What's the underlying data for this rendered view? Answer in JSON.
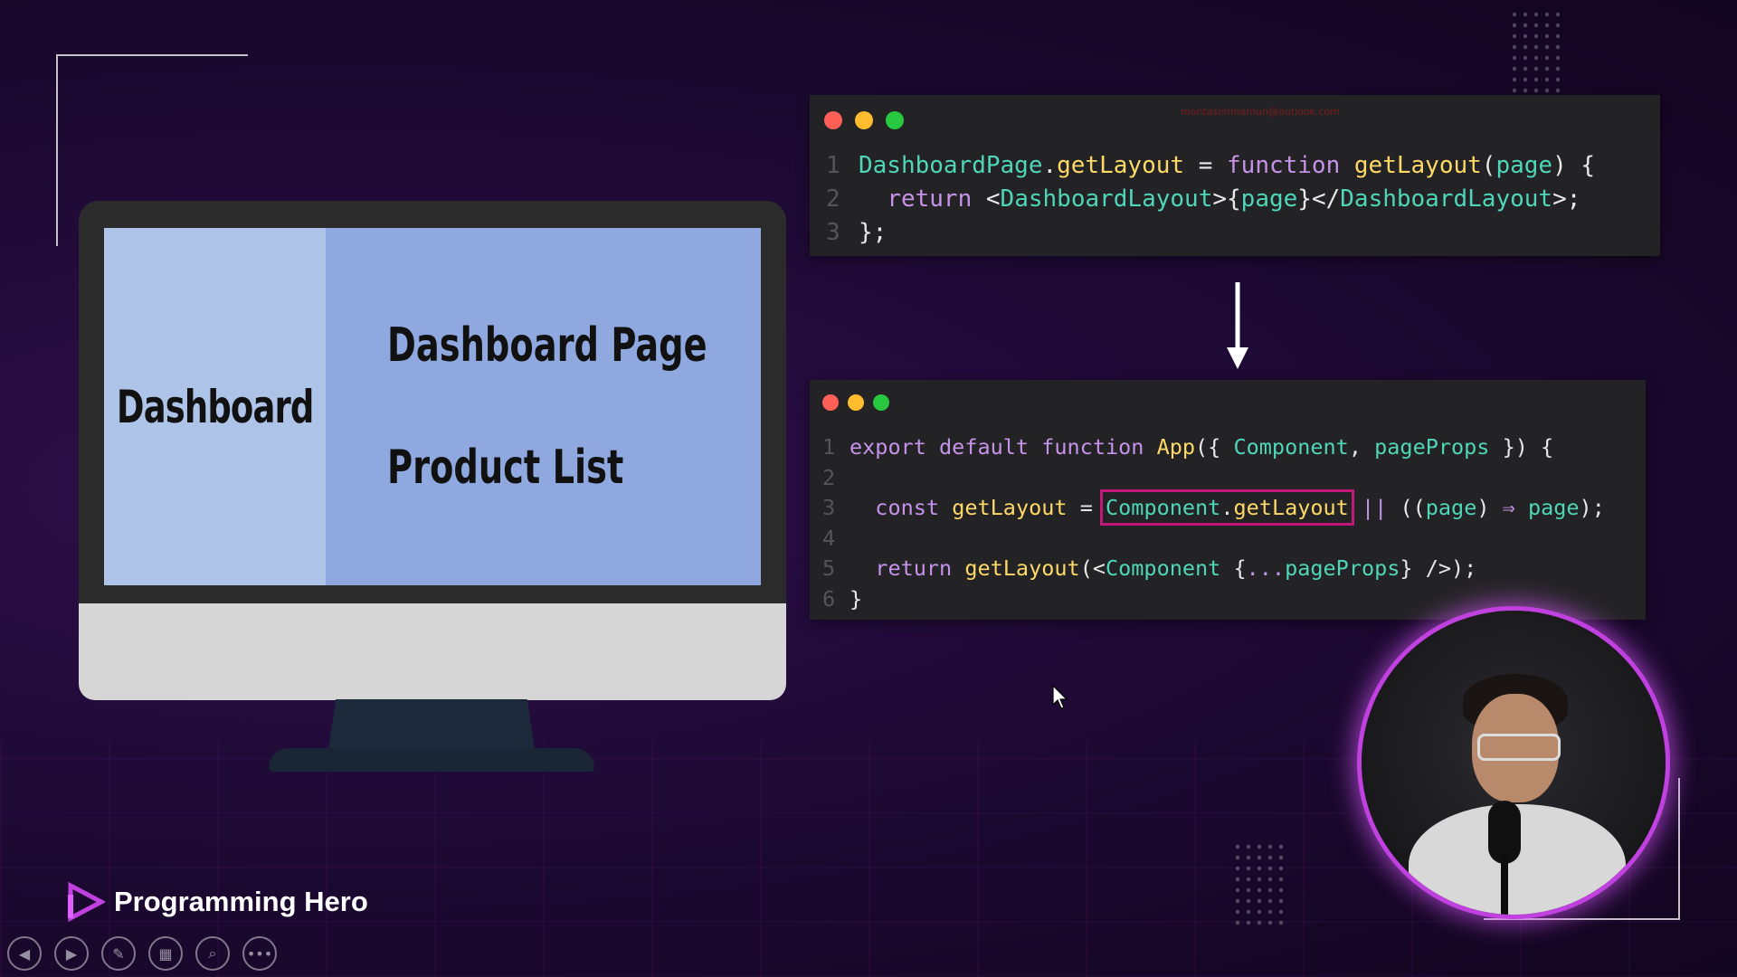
{
  "slide": {
    "monitor": {
      "sidebar_label": "Dashboard",
      "main_title": "Dashboard Page",
      "main_subtitle": "Product List"
    },
    "code_window_1": {
      "watermark": "montasimmamun@outlook.com",
      "lines": [
        {
          "n": "1"
        },
        {
          "n": "2"
        },
        {
          "n": "3"
        }
      ]
    },
    "code_window_2": {
      "lines": [
        {
          "n": "1"
        },
        {
          "n": "2"
        },
        {
          "n": "3"
        },
        {
          "n": "4"
        },
        {
          "n": "5"
        },
        {
          "n": "6"
        }
      ],
      "highlighted": "Component.getLayout"
    }
  },
  "brand": {
    "name": "Programming Hero",
    "color": "#ffffff",
    "accent": "#c040e0"
  },
  "controls": [
    {
      "icon": "previous-icon"
    },
    {
      "icon": "next-icon"
    },
    {
      "icon": "pen-icon"
    },
    {
      "icon": "slides-grid-icon"
    },
    {
      "icon": "zoom-icon"
    },
    {
      "icon": "more-icon"
    }
  ]
}
